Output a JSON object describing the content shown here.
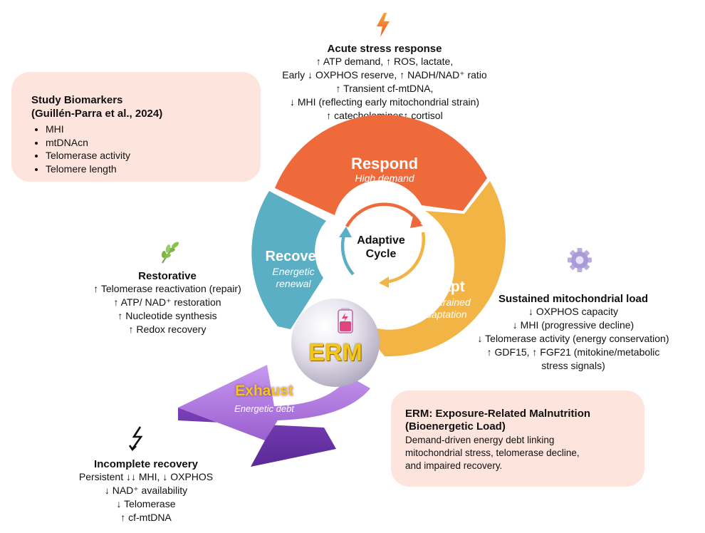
{
  "biomarkers": {
    "title_line1": "Study Biomarkers",
    "title_line2": "(Guillén-Parra et al., 2024)",
    "items": [
      "MHI",
      "mtDNAcn",
      "Telomerase activity",
      "Telomere length"
    ]
  },
  "acute": {
    "title": "Acute stress response",
    "lines": [
      "↑ ATP demand, ↑ ROS, lactate,",
      "Early ↓ OXPHOS reserve, ↑ NADH/NAD⁺ ratio",
      "↑ Transient cf-mtDNA,",
      "↓ MHI (reflecting early mitochondrial strain)",
      "↑ catecholamines↑ cortisol"
    ]
  },
  "restorative": {
    "title": "Restorative",
    "lines": [
      "↑ Telomerase reactivation (repair)",
      "↑ ATP/ NAD⁺ restoration",
      "↑ Nucleotide synthesis",
      "↑ Redox recovery"
    ]
  },
  "sustained": {
    "title": "Sustained mitochondrial load",
    "lines": [
      "↓ OXPHOS capacity",
      "↓ MHI (progressive decline)",
      "↓ Telomerase activity (energy conservation)",
      "↑ GDF15, ↑ FGF21 (mitokine/metabolic",
      "stress signals)"
    ]
  },
  "incomplete": {
    "title": "Incomplete recovery",
    "lines": [
      "Persistent ↓↓ MHI, ↓ OXPHOS",
      "↓ NAD⁺ availability",
      "↓ Telomerase",
      "↑ cf-mtDNA"
    ]
  },
  "erm_box": {
    "title_line1": "ERM: Exposure-Related Malnutrition",
    "title_line2": "(Bioenergetic Load)",
    "body_lines": [
      "Demand-driven energy debt linking",
      "mitochondrial stress, telomerase decline,",
      "and impaired recovery."
    ]
  },
  "cycle": {
    "respond": {
      "label": "Respond",
      "sub": "High demand"
    },
    "recover": {
      "label": "Recover",
      "sub_line1": "Energetic",
      "sub_line2": "renewal"
    },
    "adapt": {
      "label": "Adapt",
      "sub_line1": "Constrained",
      "sub_line2": "adaptation"
    },
    "center_line1": "Adaptive",
    "center_line2": "Cycle",
    "erm": "ERM",
    "exhaust": {
      "label": "Exhaust",
      "sub": "Energetic debt"
    }
  },
  "colors": {
    "respond": "#ef6a3b",
    "recover": "#5aafc4",
    "adapt": "#f2b445",
    "exhaust": "#9b5fd0",
    "panel": "#fde4dc",
    "erm_text": "#f5c518"
  },
  "icons": [
    "lightning-icon",
    "leaf-icon",
    "gear-icon",
    "battery-icon",
    "zigzag-arrow-icon"
  ]
}
